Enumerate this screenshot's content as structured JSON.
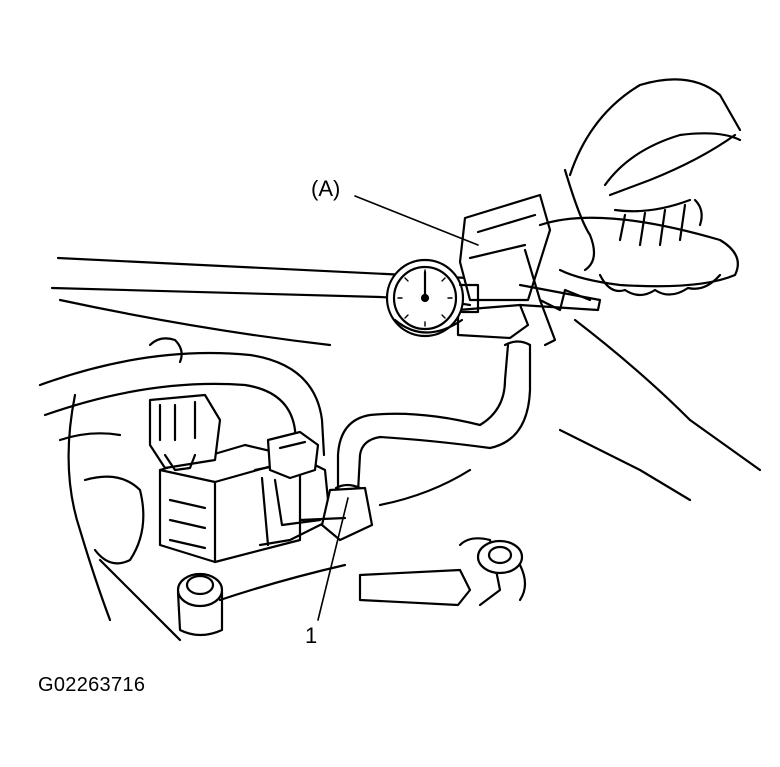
{
  "callouts": {
    "tool": "(A)",
    "part": "1"
  },
  "figure_code": "G02263716",
  "icons": {
    "gauge": "pressure-gauge-icon",
    "hand": "hand-icon"
  },
  "colors": {
    "ink": "#000000",
    "paper": "#ffffff"
  }
}
